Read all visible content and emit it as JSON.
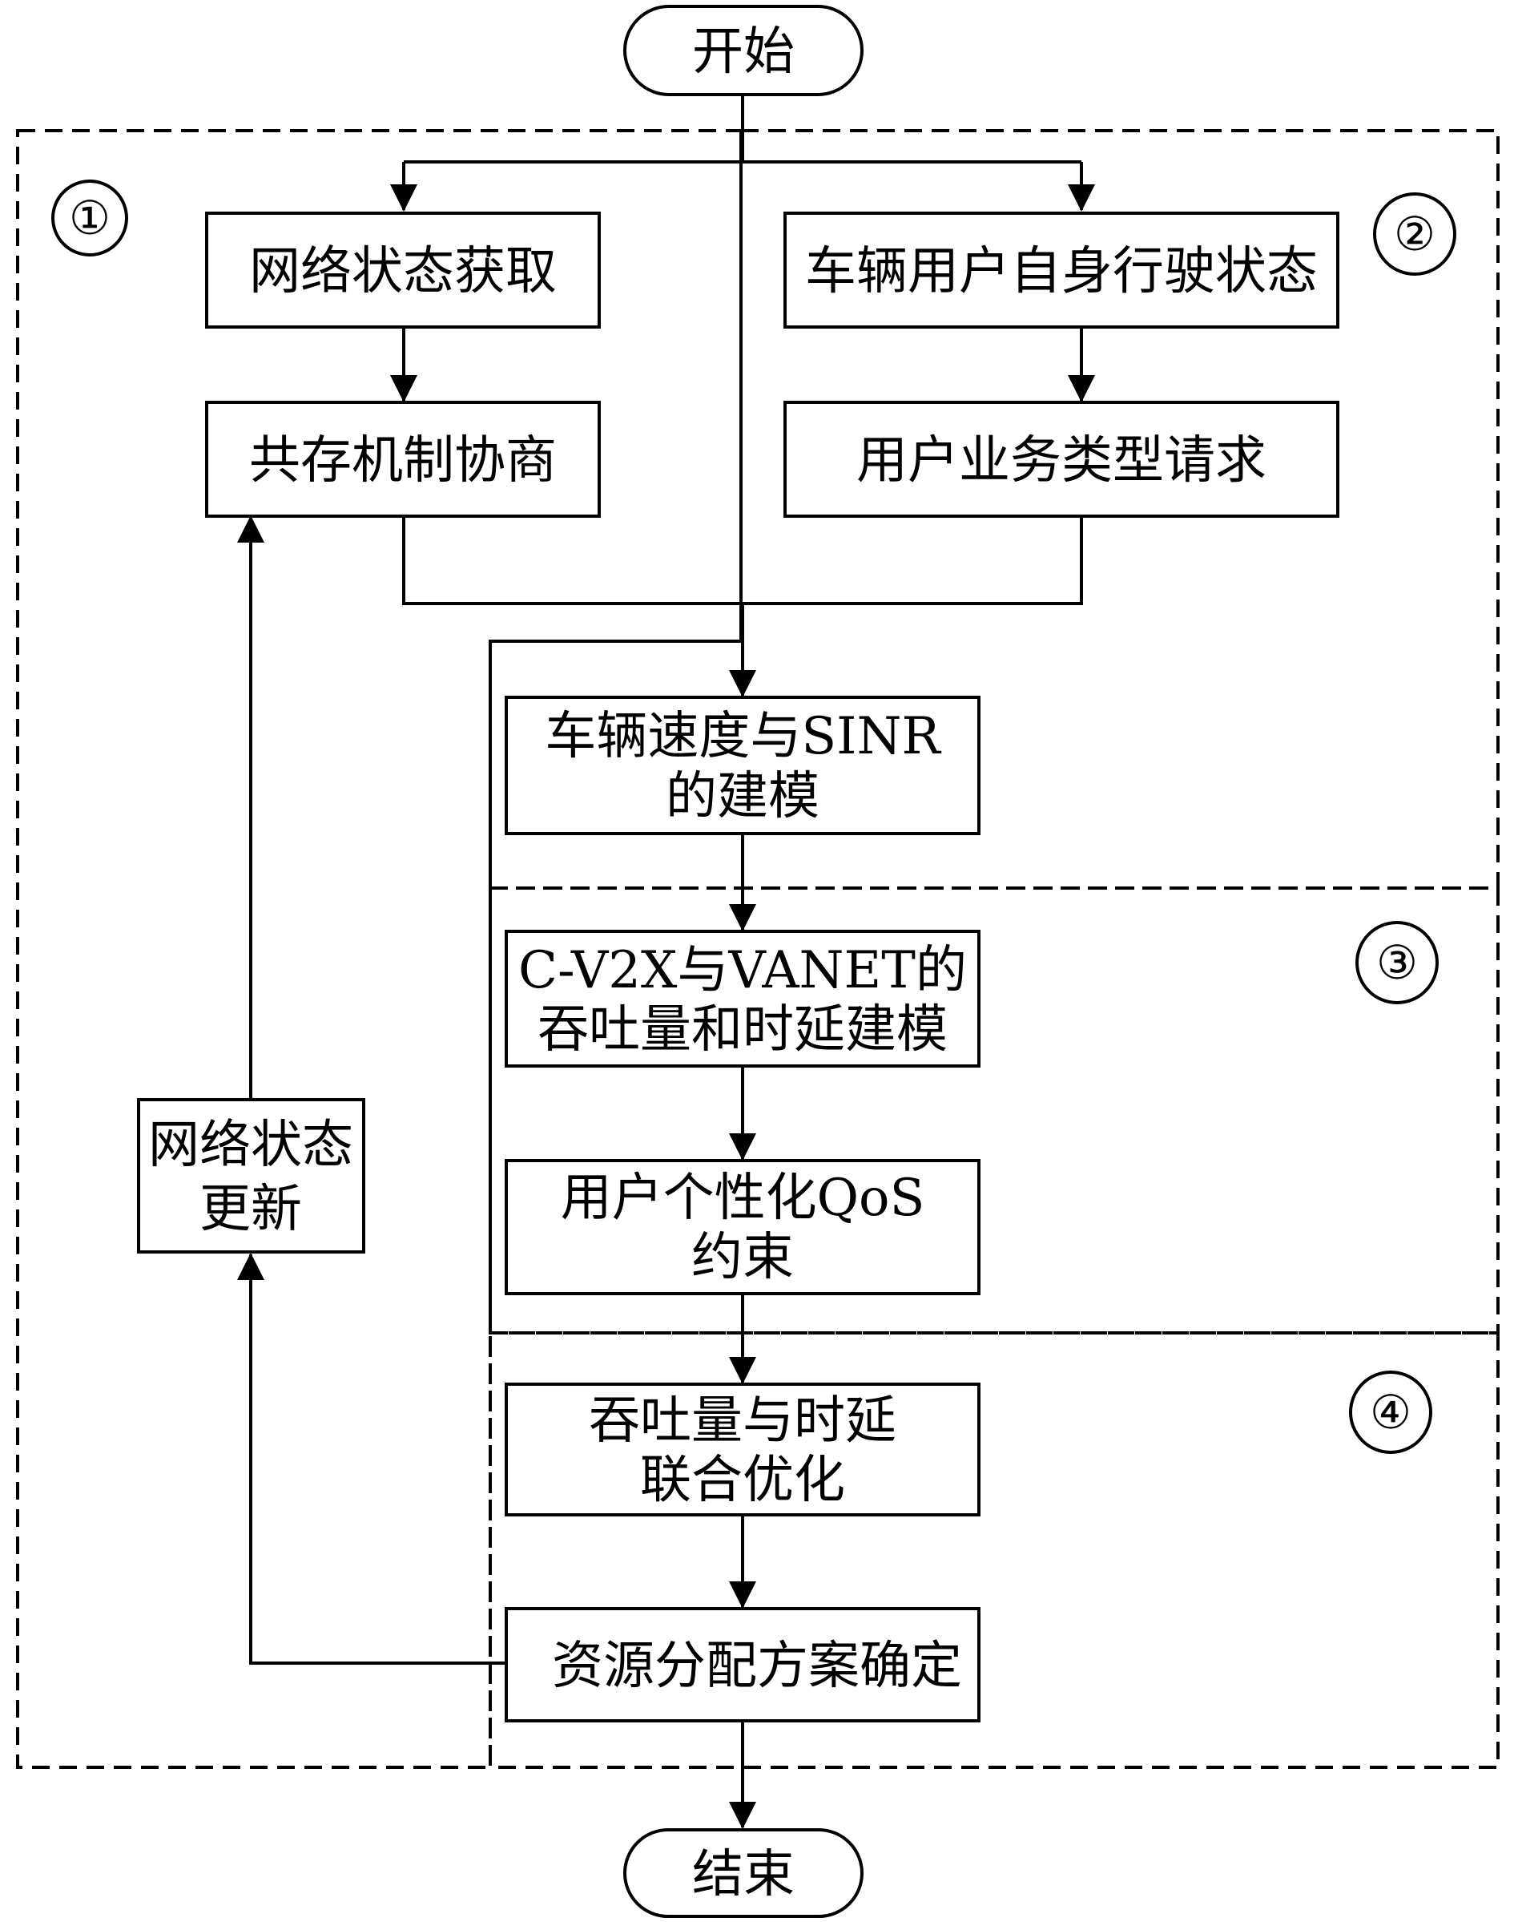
{
  "nodes": {
    "start": "开始",
    "end": "结束",
    "network_state_acquire": "网络状态获取",
    "coexist_negotiation": "共存机制协商",
    "vehicle_driving_state": "车辆用户自身行驶状态",
    "service_type_request": "用户业务类型请求",
    "speed_sinr_modeling": [
      "车辆速度与SINR",
      "的建模"
    ],
    "throughput_delay_modeling": [
      "C-V2X与VANET的",
      "吞吐量和时延建模"
    ],
    "qos_constraint": [
      "用户个性化QoS",
      "约束"
    ],
    "joint_optimization": [
      "吞吐量与时延",
      "联合优化"
    ],
    "allocation_decision": "资源分配方案确定",
    "network_state_update": [
      "网络状态",
      "更新"
    ]
  },
  "regions": {
    "r1": "①",
    "r2": "②",
    "r3": "③",
    "r4": "④"
  }
}
